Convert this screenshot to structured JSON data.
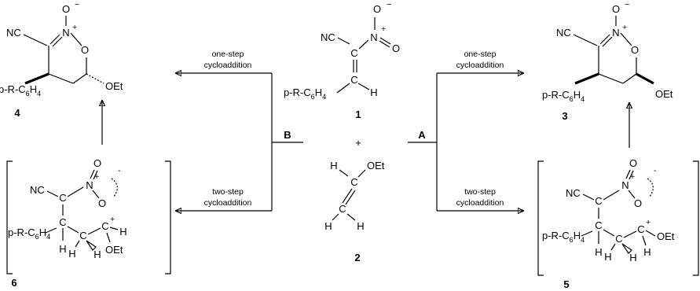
{
  "atoms": {
    "nc": "NC",
    "n": "N",
    "o": "O",
    "c": "C",
    "h": "H",
    "oet": "OEt",
    "aryl_prefix": "p-R-C",
    "aryl_sub6": "6",
    "aryl_h": "H",
    "aryl_sub4": "4",
    "plus": "+",
    "minus": "−",
    "charge_plus": "+",
    "charge_minus": "-",
    "ring_plus": "+"
  },
  "compounds": {
    "c1": "1",
    "c2": "2",
    "c3": "3",
    "c4": "4",
    "c5": "5",
    "c6": "6"
  },
  "pathways": {
    "a": "A",
    "b": "B",
    "one_step_line1": "one-step",
    "one_step_line2": "cycloaddition",
    "two_step_line1": "two-step",
    "two_step_line2": "cycloaddition"
  }
}
